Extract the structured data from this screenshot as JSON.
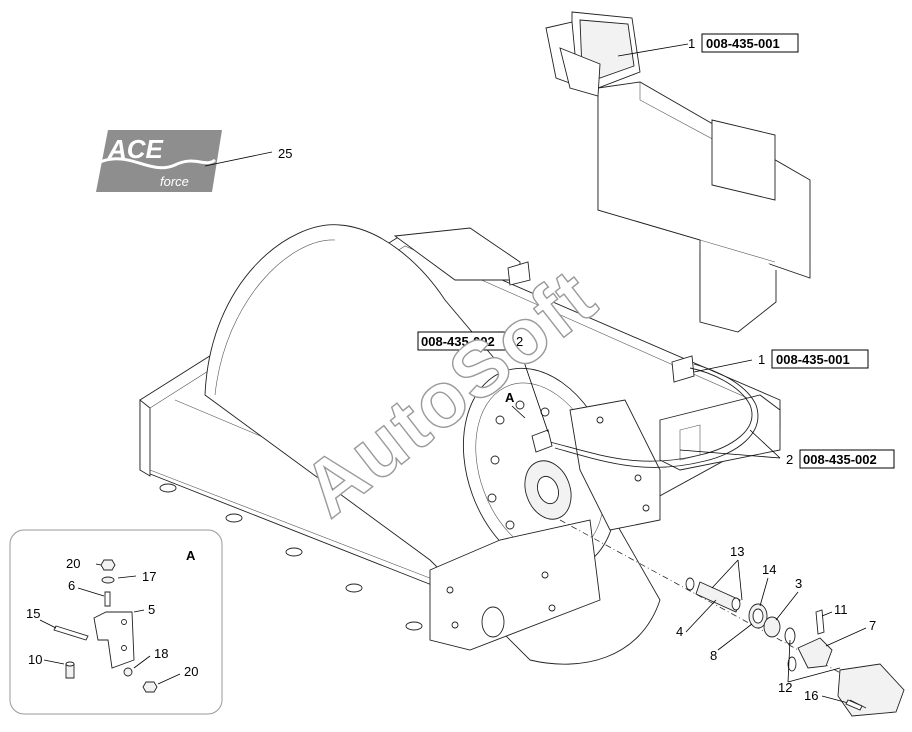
{
  "logo": {
    "word1": "ACE",
    "word2": "force",
    "callout": "25"
  },
  "watermark": "AutoSoft",
  "part_numbers": {
    "box_top_right": "008-435-001",
    "box_mid_right": "008-435-001",
    "box_left": "008-435-002",
    "box_lower_right": "008-435-002"
  },
  "callouts": {
    "c1_top": "1",
    "c1_mid": "1",
    "c2_left": "2",
    "c2_right": "2",
    "view_a_main": "A",
    "c13": "13",
    "c14": "14",
    "c3": "3",
    "c4": "4",
    "c8": "8",
    "c11": "11",
    "c7": "7",
    "c12": "12",
    "c16": "16"
  },
  "detail": {
    "title": "A",
    "c20a": "20",
    "c17": "17",
    "c6": "6",
    "c5": "5",
    "c15": "15",
    "c10": "10",
    "c18": "18",
    "c20b": "20"
  }
}
